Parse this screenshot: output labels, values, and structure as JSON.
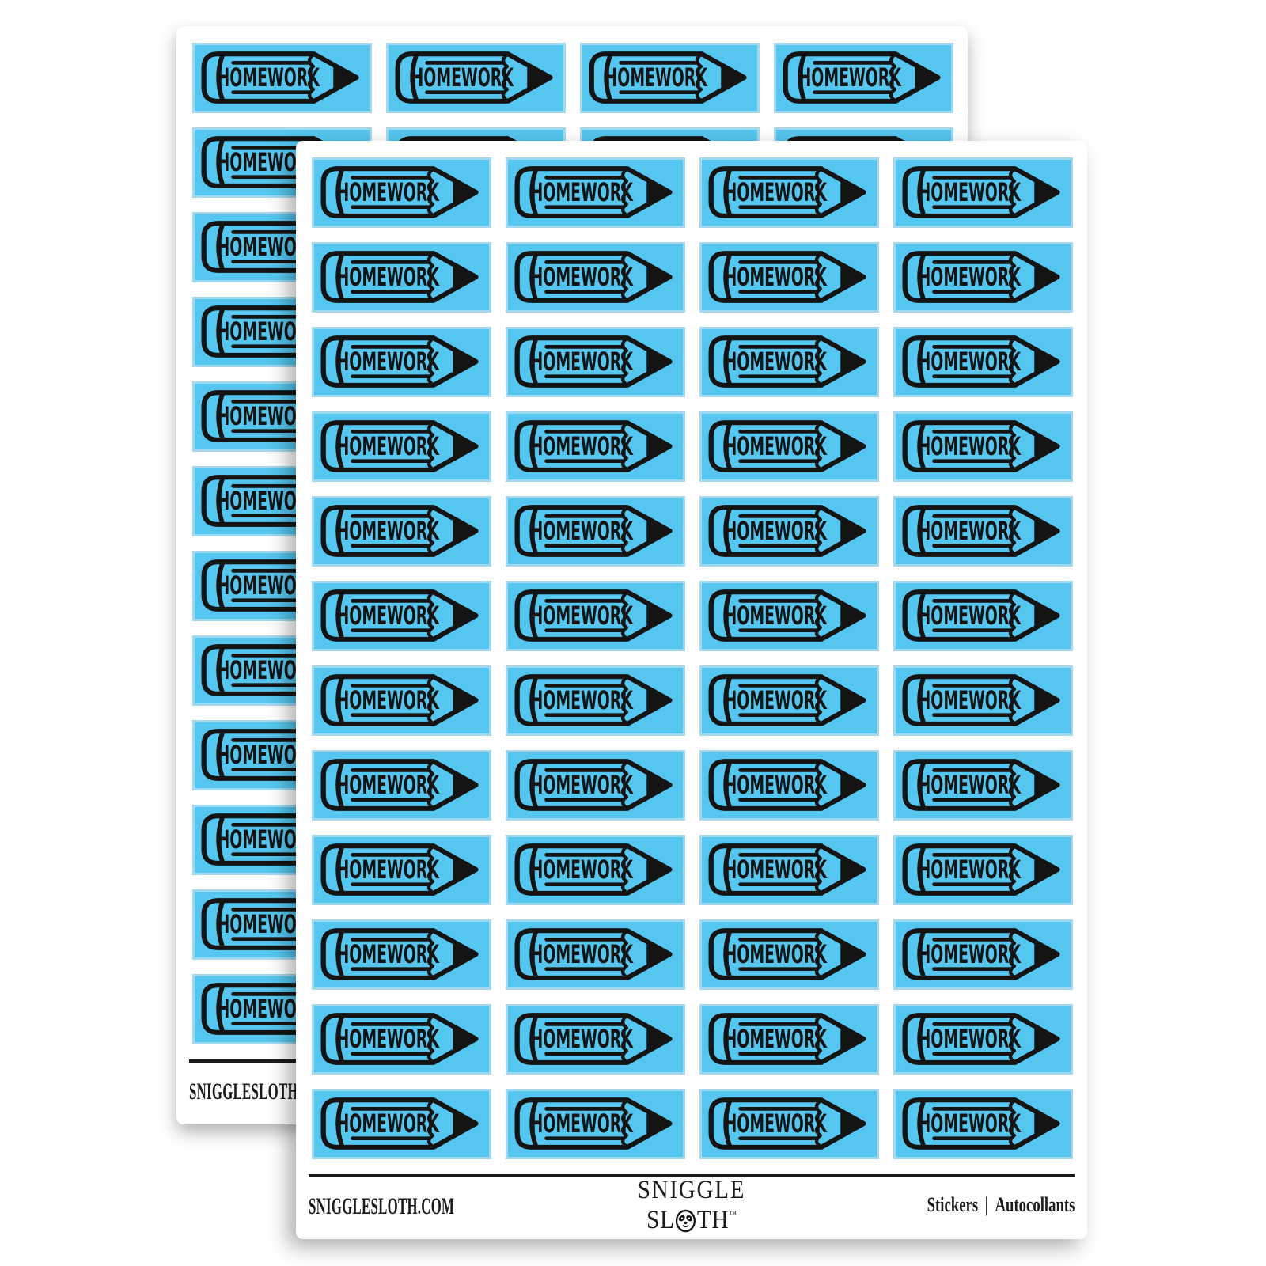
{
  "page": {
    "background": "#ffffff"
  },
  "product": {
    "sticker": {
      "label": "HOMEWORK",
      "background_color": "#55c6ef",
      "border_color": "#a3d9f0",
      "art_color": "#141414",
      "icon": "pencil-icon"
    },
    "sheets": [
      {
        "id": "back",
        "rows": 12,
        "columns": 4
      },
      {
        "id": "front",
        "rows": 12,
        "columns": 4
      }
    ]
  },
  "footer": {
    "website": "SNIGGLESLOTH.COM",
    "brand": {
      "line1": "SNIGGLE",
      "line2_pre": "SL",
      "line2_post": "TH",
      "trademark": "™",
      "icon": "sloth-face-icon"
    },
    "labels": {
      "stickers": "Stickers",
      "separator": "|",
      "autocollants": "Autocollants"
    }
  }
}
